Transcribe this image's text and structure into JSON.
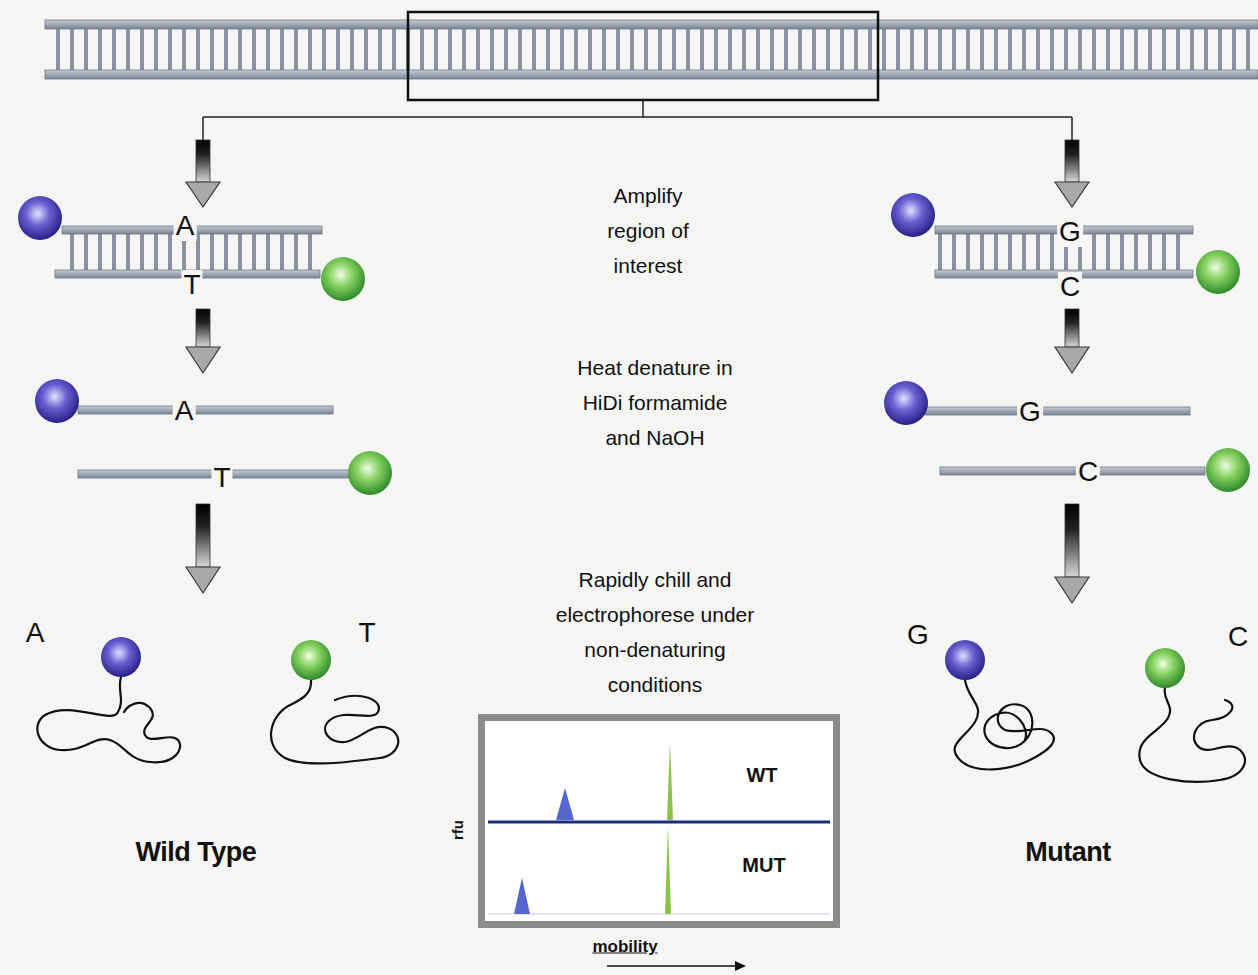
{
  "diagram": {
    "nodes": [
      {
        "text": [
          "A",
          "T"
        ]
      },
      {
        "text": [
          "A",
          "T"
        ]
      },
      {
        "text": [
          "A",
          "T",
          "Wild Type"
        ]
      },
      {
        "text": [
          "G",
          "C"
        ]
      },
      {
        "text": [
          "G",
          "C"
        ]
      },
      {
        "text": [
          "G",
          "C",
          "Mutant"
        ]
      },
      {
        "text": [
          "WT",
          "MUT"
        ]
      }
    ],
    "edges": [
      {
        "from": 0,
        "to": 1,
        "arrow": "to"
      },
      {
        "from": 1,
        "to": 2,
        "arrow": "to"
      },
      {
        "from": 3,
        "to": 4,
        "arrow": "to"
      },
      {
        "from": 4,
        "to": 5,
        "arrow": "to"
      }
    ],
    "labels": [
      "Amplify region of interest",
      "Heat denature in HiDi formamide and NaOH",
      "Rapidly chill and electrophorese under non-denaturing conditions",
      "rfu",
      "mobility"
    ]
  }
}
